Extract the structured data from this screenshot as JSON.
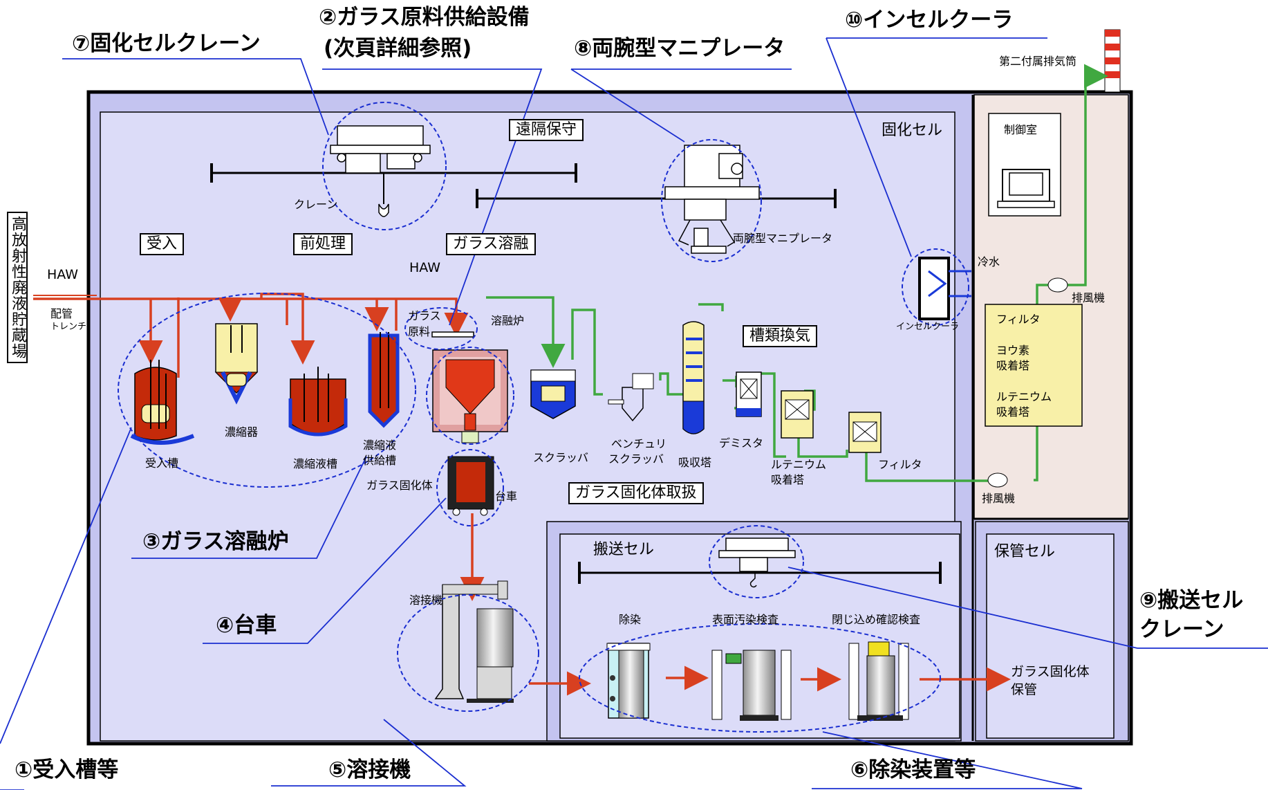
{
  "callouts": {
    "c1": "①受入槽等",
    "c2_line1": "②ガラス原料供給設備",
    "c2_line2": "(次頁詳細参照)",
    "c3": "③ガラス溶融炉",
    "c4": "④台車",
    "c5": "⑤溶接機",
    "c6": "⑥除染装置等",
    "c7": "⑦固化セルクレーン",
    "c8": "⑧両腕型マニプレータ",
    "c9_line1": "⑨搬送セル",
    "c9_line2": "クレーン",
    "c10": "⑩インセルクーラ"
  },
  "areas": {
    "solidification_cell": "固化セル",
    "control_room": "制御室",
    "transfer_cell": "搬送セル",
    "storage_cell": "保管セル",
    "stack": "第二付属排気筒",
    "remote_maintenance": "遠隔保守",
    "receiving": "受入",
    "pretreatment": "前処理",
    "glass_melting": "ガラス溶融",
    "tank_ventilation": "槽類換気",
    "vitrified_handling": "ガラス固化体取扱",
    "hlw_storage": "高放射性廃液貯蔵場"
  },
  "labels": {
    "crane": "クレーン",
    "manipulator": "両腕型マニプレータ",
    "haw_left": "HAW",
    "haw_mid": "HAW",
    "pipe_trench_1": "配管",
    "pipe_trench_2": "トレンチ",
    "glass_feed_1": "ガラス",
    "glass_feed_2": "原料",
    "melter": "溶融炉",
    "receiving_tank": "受入槽",
    "concentrator": "濃縮器",
    "concentrate_tank": "濃縮液槽",
    "feed_tank_1": "濃縮液",
    "feed_tank_2": "供給槽",
    "vitrified_body": "ガラス固化体",
    "cart": "台車",
    "scrubber": "スクラッバ",
    "venturi_1": "ベンチュリ",
    "venturi_2": "スクラッバ",
    "absorber": "吸収塔",
    "demister": "デミスタ",
    "ru_adsorber_1": "ルテニウム",
    "ru_adsorber_2": "吸着塔",
    "filter_bottom": "フィルタ",
    "cooler": "インセルクーラ",
    "chilled_water": "冷水",
    "fan_top": "排風機",
    "fan_bottom": "排風機",
    "filter_box_title": "フィルタ",
    "iodine_1": "ヨウ素",
    "iodine_2": "吸着塔",
    "ru_box_1": "ルテニウム",
    "ru_box_2": "吸着塔",
    "welder": "溶接機",
    "decon": "除染",
    "surface_inspection": "表面汚染検査",
    "confinement_inspection": "閉じ込め確認検査",
    "storage_1": "ガラス固化体",
    "storage_2": "保管"
  },
  "colors": {
    "cell_fill": "#dcdcf8",
    "building_fill": "#c4c4f0",
    "control_fill": "#f2e6e2",
    "hlw_line": "#d84020",
    "offgas_line": "#40a840",
    "dash_circle": "#1a2ed0",
    "leader_line": "#1a2ed0",
    "liquid": "#c42a0a",
    "blue_vessel": "#1a3ad8",
    "yellow": "#f8f0a8"
  }
}
